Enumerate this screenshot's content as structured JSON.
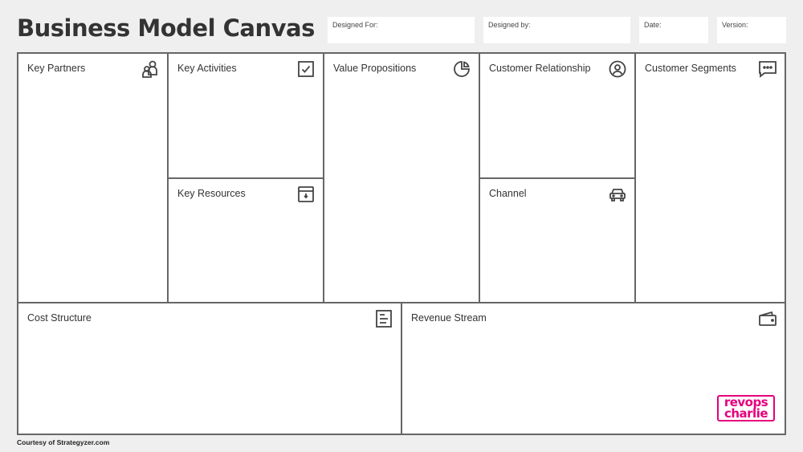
{
  "header": {
    "title": "Business Model Canvas",
    "designed_for_label": "Designed For:",
    "designed_by_label": "Designed by:",
    "date_label": "Date:",
    "version_label": "Version:"
  },
  "blocks": {
    "key_partners": {
      "label": "Key Partners",
      "icon": "people-icon"
    },
    "key_activities": {
      "label": "Key Activities",
      "icon": "checkbox-icon"
    },
    "key_resources": {
      "label": "Key Resources",
      "icon": "archive-box-icon"
    },
    "value_propositions": {
      "label": "Value Propositions",
      "icon": "pie-chart-icon"
    },
    "customer_relationship": {
      "label": "Customer Relationship",
      "icon": "user-circle-icon"
    },
    "channel": {
      "label": "Channel",
      "icon": "car-icon"
    },
    "customer_segments": {
      "label": "Customer Segments",
      "icon": "chat-bubble-icon"
    },
    "cost_structure": {
      "label": "Cost Structure",
      "icon": "document-list-icon"
    },
    "revenue_stream": {
      "label": "Revenue Stream",
      "icon": "wallet-icon"
    }
  },
  "footer": {
    "credit": "Courtesy of Strategyzer.com"
  },
  "logo": {
    "line1": "revops",
    "line2": "charlie",
    "color": "#e6007e"
  }
}
